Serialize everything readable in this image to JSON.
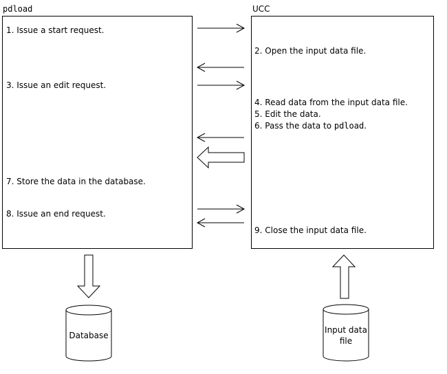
{
  "left_panel": {
    "title": "pdload",
    "steps": {
      "s1": "1. Issue a start request.",
      "s3": "3. Issue an edit request.",
      "s7": "7. Store the data in the database.",
      "s8": "8. Issue an end request."
    }
  },
  "right_panel": {
    "title": "UCC",
    "steps": {
      "s2": "2. Open the input data file.",
      "s4": "4. Read data from the input data file.",
      "s5": "5. Edit the data.",
      "s6_prefix": "6. Pass the data to ",
      "s6_code": "pdload",
      "s6_suffix": ".",
      "s9": "9. Close the input data file."
    }
  },
  "storage": {
    "database": "Database",
    "input_file_line1": "Input data",
    "input_file_line2": "file"
  }
}
